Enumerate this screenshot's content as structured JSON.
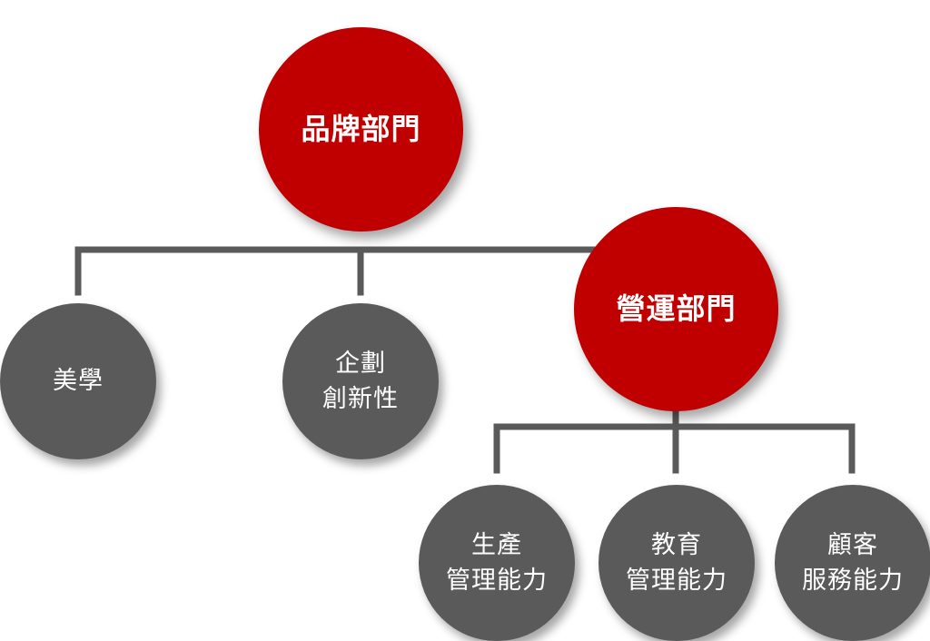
{
  "nodes": {
    "brand": {
      "lines": [
        "品牌部門"
      ],
      "color": "#c00000"
    },
    "operations": {
      "lines": [
        "營運部門"
      ],
      "color": "#c00000"
    },
    "aesthetics": {
      "lines": [
        "美學"
      ],
      "color": "#5a5a5a"
    },
    "planning": {
      "lines": [
        "企劃",
        "創新性"
      ],
      "color": "#5a5a5a"
    },
    "production": {
      "lines": [
        "生產",
        "管理能力"
      ],
      "color": "#5a5a5a"
    },
    "education": {
      "lines": [
        "教育",
        "管理能力"
      ],
      "color": "#5a5a5a"
    },
    "customer": {
      "lines": [
        "顧客",
        "服務能力"
      ],
      "color": "#5a5a5a"
    }
  },
  "connector_color": "#5a5a5a",
  "edges": [
    {
      "from": "brand",
      "to": [
        "aesthetics",
        "planning",
        "operations"
      ]
    },
    {
      "from": "operations",
      "to": [
        "production",
        "education",
        "customer"
      ]
    }
  ]
}
